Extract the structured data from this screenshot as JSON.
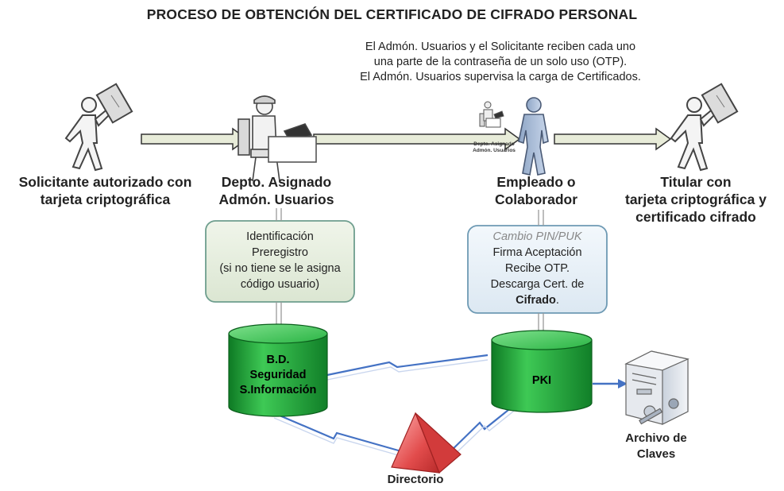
{
  "title": "PROCESO DE OBTENCIÓN DEL CERTIFICADO DE CIFRADO PERSONAL",
  "note": [
    "El Admón. Usuarios y el Solicitante reciben cada uno",
    "una parte de la contraseña de un solo uso (OTP).",
    "El Admón. Usuarios supervisa la carga de Certificados."
  ],
  "actors": {
    "solicitante": [
      "Solicitante autorizado con",
      "tarjeta criptográfica"
    ],
    "depto": [
      "Depto. Asignado",
      "Admón. Usuarios"
    ],
    "depto_small": [
      "Depto. Asignado",
      "Admón. Usuarios"
    ],
    "empleado": [
      "Empleado o",
      "Colaborador"
    ],
    "titular": [
      "Titular con",
      "tarjeta criptográfica y",
      "certificado cifrado"
    ]
  },
  "box_identificacion": [
    "Identificación",
    "Preregistro",
    "(si no tiene se le asigna",
    "código usuario)"
  ],
  "box_firma": {
    "italic": "Cambio PIN/PUK",
    "lines": [
      "Firma Aceptación",
      "Recibe OTP.",
      "Descarga Cert. de"
    ],
    "bold": "Cifrado",
    "end": "."
  },
  "cyl_bd": [
    "B.D.",
    "Seguridad",
    "S.Información"
  ],
  "cyl_pki": "PKI",
  "directorio": "Directorio",
  "archivo": [
    "Archivo de",
    "Claves"
  ],
  "colors": {
    "arrow_fill": "#e8ecd9",
    "box1_fill": "#e4ecdc",
    "box1_border": "#6e9e8e",
    "box2_fill": "#e8f0f6",
    "box2_border": "#6e9ab4",
    "cyl_green": "#1fa83a",
    "pyramid_red": "#e25555",
    "link_blue": "#4472c4"
  }
}
